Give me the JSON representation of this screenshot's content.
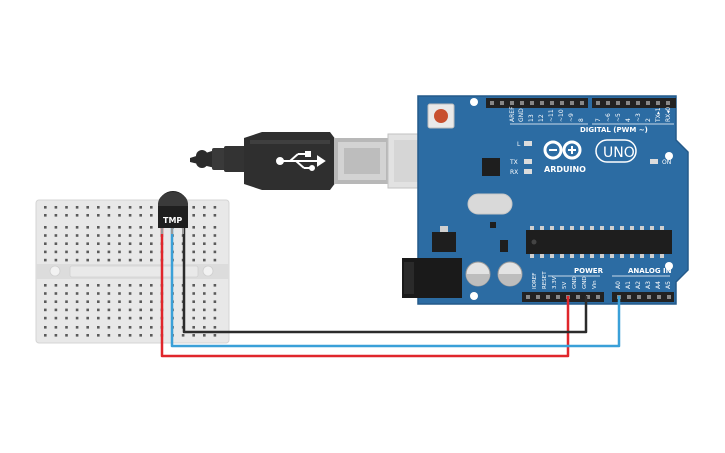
{
  "colors": {
    "board": "#2a6aa0",
    "board_dark": "#1d4f7a",
    "breadboard": "#e9e9e9",
    "wire_red": "#e0262b",
    "wire_blue": "#3aa0d8",
    "wire_black": "#2b2b2b",
    "usb_body": "#333333",
    "usb_metal": "#c9c9c9",
    "reset": "#c8502f"
  },
  "board": {
    "logo_text": "ARDUINO",
    "model": "UNO",
    "digital_label": "DIGITAL (PWM ~)",
    "power_label": "POWER",
    "analog_label": "ANALOG IN",
    "on_label": "ON",
    "led_labels": [
      "L",
      "TX",
      "RX"
    ],
    "top_pins": [
      "AREF",
      "GND",
      "13",
      "12",
      "~11",
      "~10",
      "~9",
      "8",
      "7",
      "~6",
      "~5",
      "4",
      "~3",
      "2",
      "TX▸1",
      "RX◂0"
    ],
    "power_pins": [
      "IOREF",
      "RESET",
      "3.3V",
      "5V",
      "GND",
      "GND",
      "Vin"
    ],
    "analog_pins": [
      "A0",
      "A1",
      "A2",
      "A3",
      "A4",
      "A5"
    ]
  },
  "sensor": {
    "label": "TMP"
  }
}
